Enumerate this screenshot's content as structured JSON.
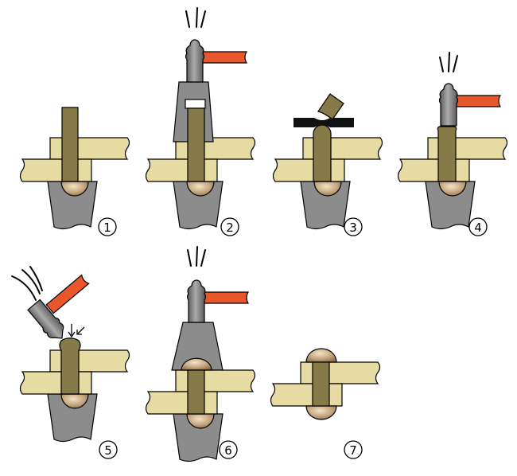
{
  "title": "Riveting steps",
  "steps": [
    {
      "number": "1"
    },
    {
      "number": "2"
    },
    {
      "number": "3"
    },
    {
      "number": "4"
    },
    {
      "number": "5"
    },
    {
      "number": "6"
    },
    {
      "number": "7"
    }
  ],
  "colors": {
    "plate": "#e6dba3",
    "rivet": "#857a48",
    "tool": "#8c8c8c",
    "handle": "#e8572a"
  }
}
